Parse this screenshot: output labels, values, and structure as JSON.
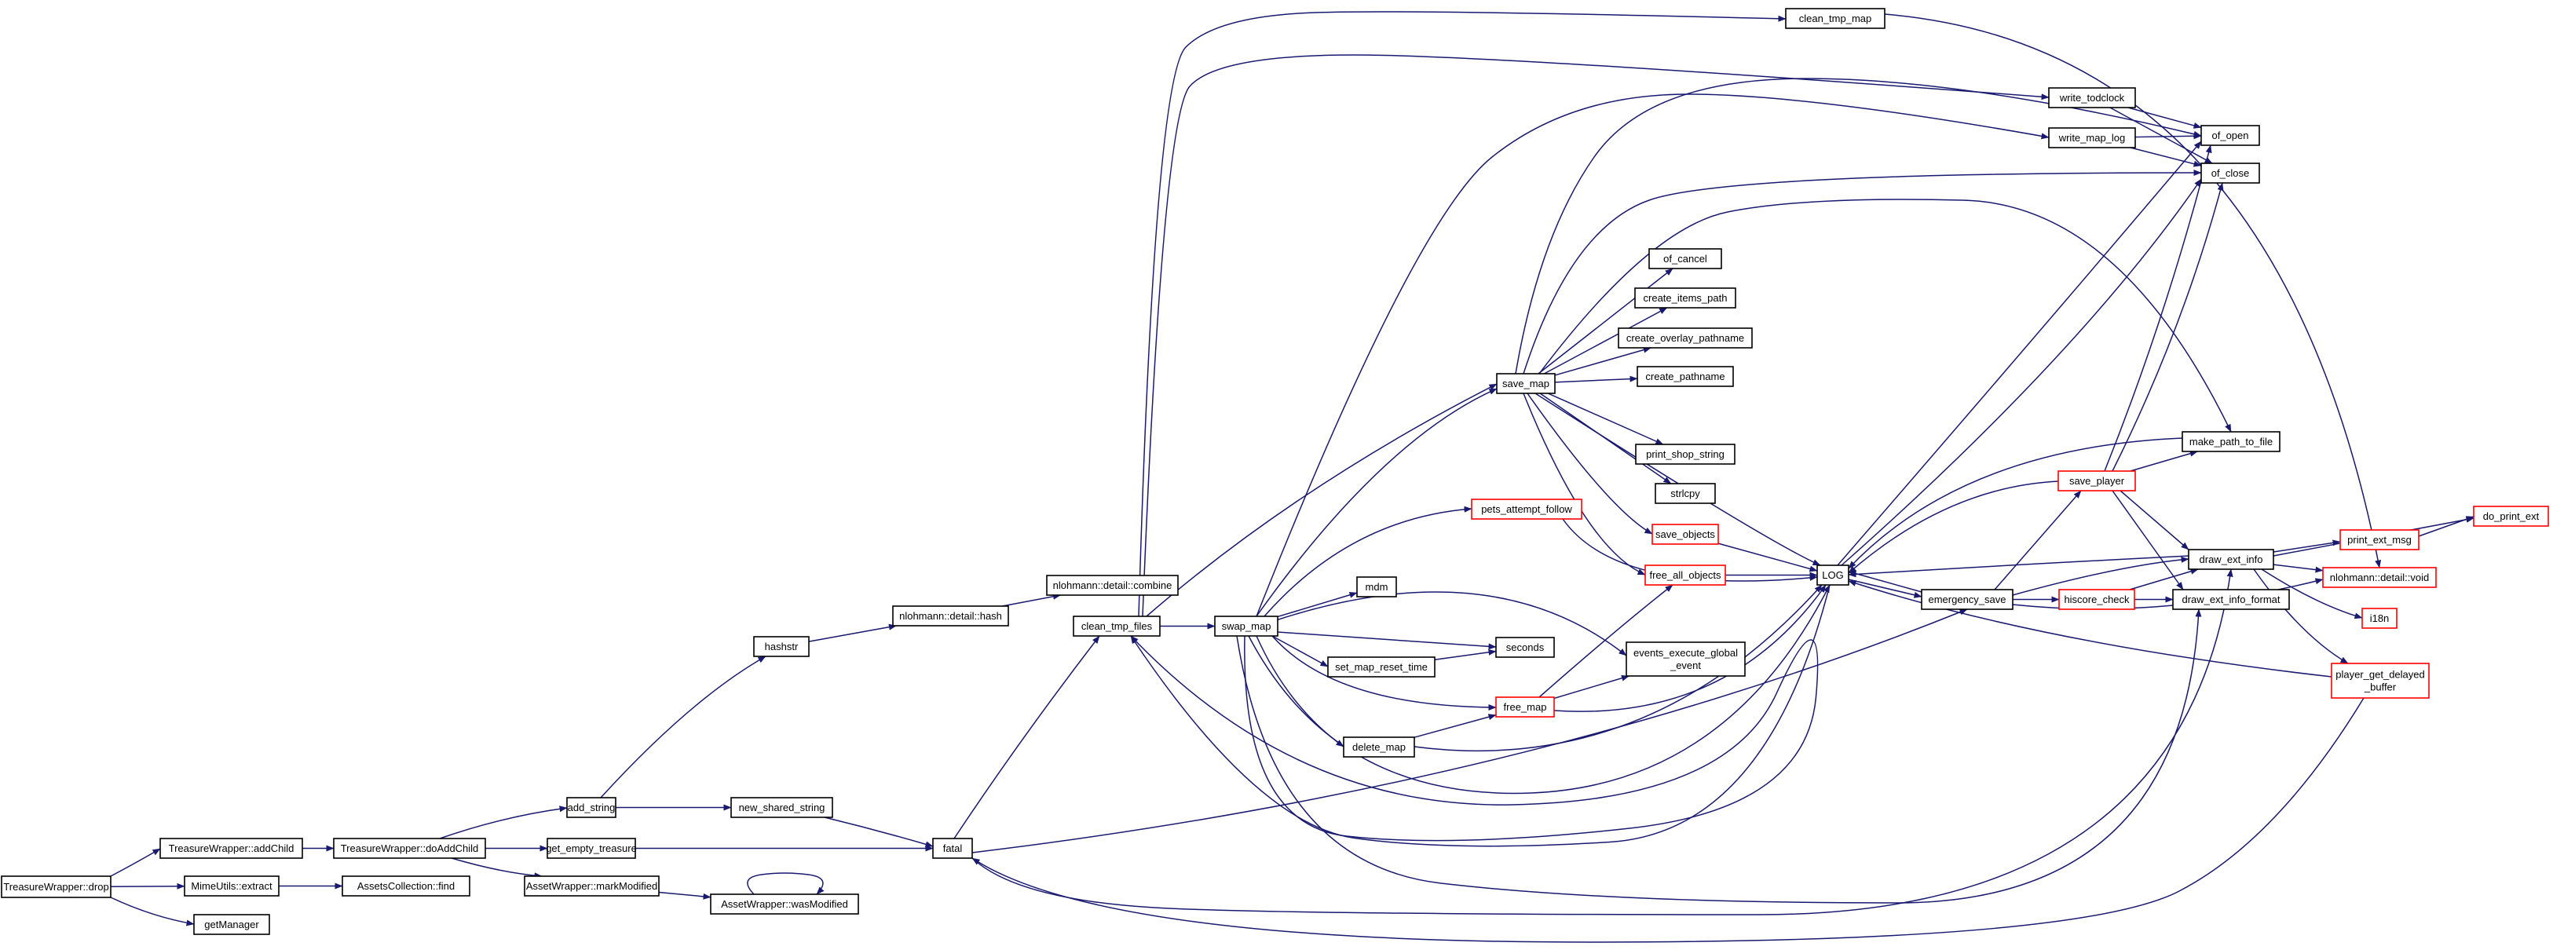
{
  "colors": {
    "edge": "#191970",
    "node_border": "#000000",
    "node_border_truncated": "#ff0000",
    "root_fill": "#bfbfbf",
    "node_fill": "#ffffff",
    "background": "#ffffff"
  },
  "graph": {
    "nodes": [
      {
        "id": "drop",
        "lines": [
          "TreasureWrapper::drop"
        ],
        "style": "root"
      },
      {
        "id": "addChild",
        "lines": [
          "TreasureWrapper::addChild"
        ],
        "style": "normal"
      },
      {
        "id": "extract",
        "lines": [
          "MimeUtils::extract"
        ],
        "style": "normal"
      },
      {
        "id": "getManager",
        "lines": [
          "getManager"
        ],
        "style": "normal"
      },
      {
        "id": "doAddChild",
        "lines": [
          "TreasureWrapper::doAddChild"
        ],
        "style": "normal"
      },
      {
        "id": "find",
        "lines": [
          "AssetsCollection::find"
        ],
        "style": "normal"
      },
      {
        "id": "add_string",
        "lines": [
          "add_string"
        ],
        "style": "normal"
      },
      {
        "id": "get_empty_treasure",
        "lines": [
          "get_empty_treasure"
        ],
        "style": "normal"
      },
      {
        "id": "markModified",
        "lines": [
          "AssetWrapper::markModified"
        ],
        "style": "normal"
      },
      {
        "id": "wasModified",
        "lines": [
          "AssetWrapper::wasModified"
        ],
        "style": "normal"
      },
      {
        "id": "hashstr",
        "lines": [
          "hashstr"
        ],
        "style": "normal"
      },
      {
        "id": "new_shared_string",
        "lines": [
          "new_shared_string"
        ],
        "style": "normal"
      },
      {
        "id": "hash",
        "lines": [
          "nlohmann::detail::hash"
        ],
        "style": "normal"
      },
      {
        "id": "combine",
        "lines": [
          "nlohmann::detail::combine"
        ],
        "style": "normal"
      },
      {
        "id": "fatal",
        "lines": [
          "fatal"
        ],
        "style": "normal"
      },
      {
        "id": "clean_tmp_files",
        "lines": [
          "clean_tmp_files"
        ],
        "style": "normal"
      },
      {
        "id": "swap_map",
        "lines": [
          "swap_map"
        ],
        "style": "normal"
      },
      {
        "id": "clean_tmp_map",
        "lines": [
          "clean_tmp_map"
        ],
        "style": "normal"
      },
      {
        "id": "save_map",
        "lines": [
          "save_map"
        ],
        "style": "normal"
      },
      {
        "id": "pets_attempt_follow",
        "lines": [
          "pets_attempt_follow"
        ],
        "style": "truncated"
      },
      {
        "id": "mdm",
        "lines": [
          "mdm"
        ],
        "style": "normal"
      },
      {
        "id": "set_map_reset_time",
        "lines": [
          "set_map_reset_time"
        ],
        "style": "normal"
      },
      {
        "id": "seconds",
        "lines": [
          "seconds"
        ],
        "style": "normal"
      },
      {
        "id": "free_map",
        "lines": [
          "free_map"
        ],
        "style": "truncated"
      },
      {
        "id": "delete_map",
        "lines": [
          "delete_map"
        ],
        "style": "normal"
      },
      {
        "id": "events_execute_global_event",
        "lines": [
          "events_execute_global",
          "_event"
        ],
        "style": "normal"
      },
      {
        "id": "write_todclock",
        "lines": [
          "write_todclock"
        ],
        "style": "normal"
      },
      {
        "id": "write_map_log",
        "lines": [
          "write_map_log"
        ],
        "style": "normal"
      },
      {
        "id": "of_cancel",
        "lines": [
          "of_cancel"
        ],
        "style": "normal"
      },
      {
        "id": "create_items_path",
        "lines": [
          "create_items_path"
        ],
        "style": "normal"
      },
      {
        "id": "create_overlay_pathname",
        "lines": [
          "create_overlay_pathname"
        ],
        "style": "normal"
      },
      {
        "id": "create_pathname",
        "lines": [
          "create_pathname"
        ],
        "style": "normal"
      },
      {
        "id": "print_shop_string",
        "lines": [
          "print_shop_string"
        ],
        "style": "normal"
      },
      {
        "id": "strlcpy",
        "lines": [
          "strlcpy"
        ],
        "style": "normal"
      },
      {
        "id": "save_objects",
        "lines": [
          "save_objects"
        ],
        "style": "truncated"
      },
      {
        "id": "free_all_objects",
        "lines": [
          "free_all_objects"
        ],
        "style": "truncated"
      },
      {
        "id": "LOG",
        "lines": [
          "LOG"
        ],
        "style": "normal"
      },
      {
        "id": "emergency_save",
        "lines": [
          "emergency_save"
        ],
        "style": "normal"
      },
      {
        "id": "of_open",
        "lines": [
          "of_open"
        ],
        "style": "normal"
      },
      {
        "id": "of_close",
        "lines": [
          "of_close"
        ],
        "style": "normal"
      },
      {
        "id": "make_path_to_file",
        "lines": [
          "make_path_to_file"
        ],
        "style": "normal"
      },
      {
        "id": "save_player",
        "lines": [
          "save_player"
        ],
        "style": "truncated"
      },
      {
        "id": "hiscore_check",
        "lines": [
          "hiscore_check"
        ],
        "style": "truncated"
      },
      {
        "id": "draw_ext_info",
        "lines": [
          "draw_ext_info"
        ],
        "style": "normal"
      },
      {
        "id": "draw_ext_info_format",
        "lines": [
          "draw_ext_info_format"
        ],
        "style": "normal"
      },
      {
        "id": "print_ext_msg",
        "lines": [
          "print_ext_msg"
        ],
        "style": "truncated"
      },
      {
        "id": "do_print_ext",
        "lines": [
          "do_print_ext"
        ],
        "style": "truncated"
      },
      {
        "id": "void",
        "lines": [
          "nlohmann::detail::void"
        ],
        "style": "truncated"
      },
      {
        "id": "i18n",
        "lines": [
          "i18n"
        ],
        "style": "truncated"
      },
      {
        "id": "player_get_delayed_buffer",
        "lines": [
          "player_get_delayed",
          "_buffer"
        ],
        "style": "truncated"
      }
    ],
    "edges": [
      [
        "drop",
        "addChild"
      ],
      [
        "drop",
        "extract"
      ],
      [
        "drop",
        "getManager"
      ],
      [
        "addChild",
        "doAddChild"
      ],
      [
        "extract",
        "find"
      ],
      [
        "doAddChild",
        "add_string"
      ],
      [
        "doAddChild",
        "get_empty_treasure"
      ],
      [
        "doAddChild",
        "markModified"
      ],
      [
        "markModified",
        "wasModified"
      ],
      [
        "wasModified",
        "wasModified"
      ],
      [
        "add_string",
        "hashstr"
      ],
      [
        "add_string",
        "new_shared_string"
      ],
      [
        "hashstr",
        "hash"
      ],
      [
        "hash",
        "combine"
      ],
      [
        "new_shared_string",
        "fatal"
      ],
      [
        "get_empty_treasure",
        "fatal"
      ],
      [
        "fatal",
        "clean_tmp_files"
      ],
      [
        "fatal",
        "emergency_save"
      ],
      [
        "fatal",
        "draw_ext_info"
      ],
      [
        "clean_tmp_files",
        "clean_tmp_map"
      ],
      [
        "clean_tmp_files",
        "write_todclock"
      ],
      [
        "clean_tmp_files",
        "save_map"
      ],
      [
        "clean_tmp_files",
        "swap_map"
      ],
      [
        "swap_map",
        "write_map_log"
      ],
      [
        "swap_map",
        "save_map"
      ],
      [
        "swap_map",
        "pets_attempt_follow"
      ],
      [
        "swap_map",
        "mdm"
      ],
      [
        "swap_map",
        "seconds"
      ],
      [
        "swap_map",
        "set_map_reset_time"
      ],
      [
        "swap_map",
        "events_execute_global_event"
      ],
      [
        "swap_map",
        "free_map"
      ],
      [
        "swap_map",
        "delete_map"
      ],
      [
        "swap_map",
        "LOG"
      ],
      [
        "swap_map",
        "clean_tmp_files"
      ],
      [
        "swap_map",
        "draw_ext_info_format"
      ],
      [
        "set_map_reset_time",
        "seconds"
      ],
      [
        "delete_map",
        "free_map"
      ],
      [
        "delete_map",
        "LOG"
      ],
      [
        "free_map",
        "free_all_objects"
      ],
      [
        "free_map",
        "events_execute_global_event"
      ],
      [
        "free_map",
        "LOG"
      ],
      [
        "pets_attempt_follow",
        "LOG"
      ],
      [
        "save_map",
        "of_open"
      ],
      [
        "save_map",
        "of_close"
      ],
      [
        "save_map",
        "of_cancel"
      ],
      [
        "save_map",
        "create_items_path"
      ],
      [
        "save_map",
        "create_overlay_pathname"
      ],
      [
        "save_map",
        "create_pathname"
      ],
      [
        "save_map",
        "print_shop_string"
      ],
      [
        "save_map",
        "strlcpy"
      ],
      [
        "save_map",
        "save_objects"
      ],
      [
        "save_map",
        "free_all_objects"
      ],
      [
        "save_map",
        "LOG"
      ],
      [
        "save_map",
        "make_path_to_file"
      ],
      [
        "write_todclock",
        "of_open"
      ],
      [
        "write_todclock",
        "of_close"
      ],
      [
        "write_map_log",
        "of_open"
      ],
      [
        "write_map_log",
        "of_close"
      ],
      [
        "clean_tmp_map",
        "void"
      ],
      [
        "save_objects",
        "LOG"
      ],
      [
        "free_all_objects",
        "LOG"
      ],
      [
        "emergency_save",
        "LOG"
      ],
      [
        "emergency_save",
        "save_player"
      ],
      [
        "emergency_save",
        "hiscore_check"
      ],
      [
        "emergency_save",
        "draw_ext_info"
      ],
      [
        "emergency_save",
        "void"
      ],
      [
        "LOG",
        "of_open"
      ],
      [
        "LOG",
        "of_close"
      ],
      [
        "LOG",
        "emergency_save"
      ],
      [
        "LOG",
        "clean_tmp_files"
      ],
      [
        "save_player",
        "of_open"
      ],
      [
        "save_player",
        "of_close"
      ],
      [
        "save_player",
        "make_path_to_file"
      ],
      [
        "save_player",
        "LOG"
      ],
      [
        "save_player",
        "draw_ext_info"
      ],
      [
        "save_player",
        "draw_ext_info_format"
      ],
      [
        "make_path_to_file",
        "LOG"
      ],
      [
        "hiscore_check",
        "draw_ext_info"
      ],
      [
        "hiscore_check",
        "draw_ext_info_format"
      ],
      [
        "draw_ext_info",
        "LOG"
      ],
      [
        "draw_ext_info",
        "print_ext_msg"
      ],
      [
        "draw_ext_info",
        "do_print_ext"
      ],
      [
        "draw_ext_info",
        "void"
      ],
      [
        "draw_ext_info",
        "i18n"
      ],
      [
        "draw_ext_info",
        "player_get_delayed_buffer"
      ],
      [
        "print_ext_msg",
        "do_print_ext"
      ],
      [
        "player_get_delayed_buffer",
        "LOG"
      ],
      [
        "player_get_delayed_buffer",
        "fatal"
      ]
    ]
  }
}
